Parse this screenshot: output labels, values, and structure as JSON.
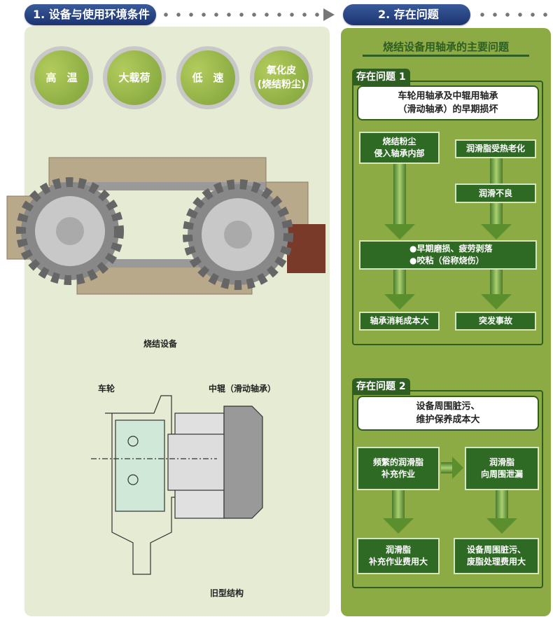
{
  "section1": {
    "title": "1. 设备与使用环境条件",
    "conditions": [
      "高　温",
      "大载荷",
      "低　速",
      "氧化皮\n(烧结粉尘)"
    ],
    "figure1_caption": "烧结设备",
    "figure2_labels": {
      "wheel": "车轮",
      "roller": "中辊（滑动轴承）"
    },
    "figure2_caption": "旧型结构"
  },
  "section2": {
    "title": "2. 存在问题",
    "subtitle": "烧结设备用轴承的主要问题",
    "problem1": {
      "tab": "存在问题 1",
      "summary": "车轮用轴承及中辊用轴承\n（滑动轴承）的早期损坏",
      "cause_left": "烧结粉尘\n侵入轴承内部",
      "cause_right": "润滑脂受热老化",
      "cause_right2": "润滑不良",
      "effect": "●早期磨损、疲劳剥落\n●咬粘（俗称烧伤）",
      "result_left": "轴承消耗成本大",
      "result_right": "突发事故"
    },
    "problem2": {
      "tab": "存在问题 2",
      "summary": "设备周围脏污、\n维护保养成本大",
      "cause_left": "频繁的润滑脂\n补充作业",
      "cause_right": "润滑脂\n向周围泄漏",
      "result_left": "润滑脂\n补充作业费用大",
      "result_right": "设备周围脏污、\n废脂处理费用大"
    }
  },
  "colors": {
    "navy": "#1c3470",
    "panel_green": "#8cab45",
    "dark_green": "#2f6a25",
    "light_panel": "#e6ecd4"
  }
}
